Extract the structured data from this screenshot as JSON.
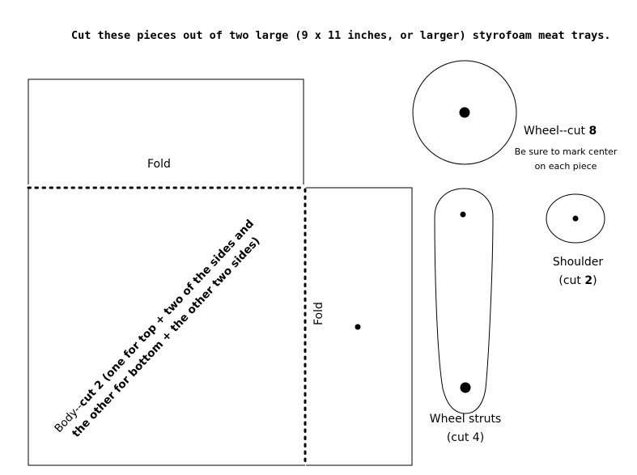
{
  "title": "Cut these pieces out of two large (9 x 11 inches, or larger) styrofoam meat trays.",
  "body": {
    "fold_top": "Fold",
    "fold_right": "Fold",
    "label_line1_a": "Body--",
    "label_line1_b": "cut 2",
    "label_line1_c": " (one for top + two of the sides and",
    "label_line2": "the other for bottom + the other two sides)"
  },
  "wheel": {
    "label_a": "Wheel--cut ",
    "label_b": "8",
    "note_line1": "Be sure to mark center",
    "note_line2": "on each piece"
  },
  "shoulder": {
    "line1": "Shoulder",
    "line2_a": "(cut ",
    "line2_b": "2",
    "line2_c": ")"
  },
  "struts": {
    "line1": "Wheel struts",
    "line2": "(cut 4)"
  }
}
